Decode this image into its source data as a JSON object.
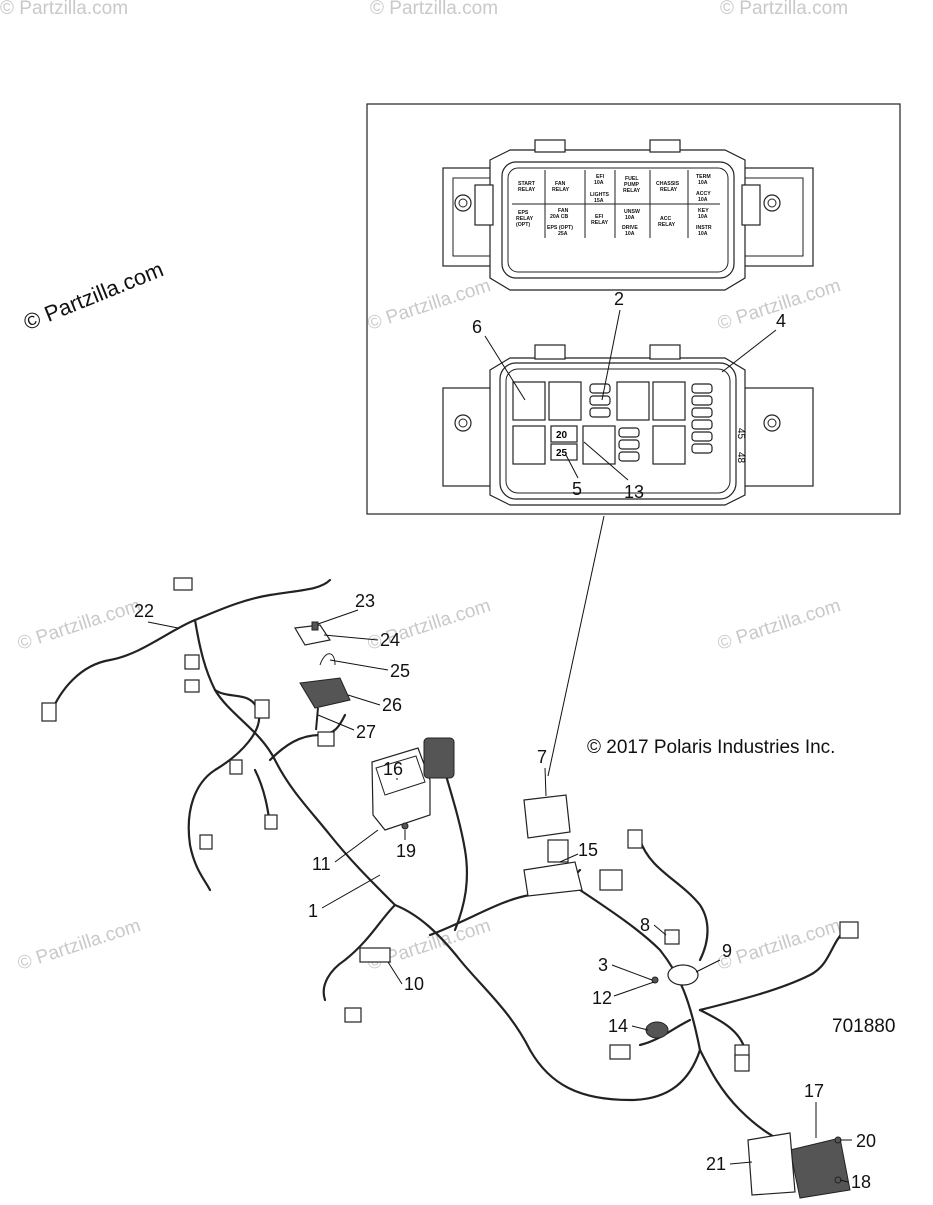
{
  "watermark": {
    "side_text": "© Partzilla.com",
    "repeat_text": "© Partzilla.com"
  },
  "copyright": "© 2017 Polaris Industries Inc.",
  "diagram_number": "701880",
  "fuse_box": {
    "cells": [
      {
        "id": "start_relay",
        "lines": [
          "START",
          "RELAY"
        ]
      },
      {
        "id": "fan_relay",
        "lines": [
          "FAN",
          "RELAY"
        ]
      },
      {
        "id": "efi_10a",
        "lines": [
          "EFI",
          "10A"
        ]
      },
      {
        "id": "lights_15a",
        "lines": [
          "LIGHTS",
          "15A"
        ]
      },
      {
        "id": "fuel_pump_relay",
        "lines": [
          "FUEL",
          "PUMP",
          "RELAY"
        ]
      },
      {
        "id": "chassis_relay",
        "lines": [
          "CHASSIS",
          "RELAY"
        ]
      },
      {
        "id": "term_10a",
        "lines": [
          "TERM",
          "10A"
        ]
      },
      {
        "id": "accy_10a",
        "lines": [
          "ACCY",
          "10A"
        ]
      },
      {
        "id": "eps_relay",
        "lines": [
          "EPS",
          "RELAY",
          "(OPT)"
        ]
      },
      {
        "id": "fan_20a_cb",
        "lines": [
          "FAN",
          "20A  CB"
        ]
      },
      {
        "id": "eps_opt_25a",
        "lines": [
          "EPS  (OPT)",
          "25A"
        ]
      },
      {
        "id": "efi_relay",
        "lines": [
          "EFI",
          "RELAY"
        ]
      },
      {
        "id": "unsw_10a",
        "lines": [
          "UNSW",
          "10A"
        ]
      },
      {
        "id": "drive_10a",
        "lines": [
          "DRIVE",
          "10A"
        ]
      },
      {
        "id": "acc_relay",
        "lines": [
          "ACC",
          "RELAY"
        ]
      },
      {
        "id": "key_10a",
        "lines": [
          "KEY",
          "10A"
        ]
      },
      {
        "id": "instr_10a",
        "lines": [
          "INSTR",
          "10A"
        ]
      }
    ],
    "side_marks": [
      "45",
      "48"
    ]
  },
  "callouts": [
    "1",
    "2",
    "3",
    "4",
    "5",
    "6",
    "7",
    "8",
    "9",
    "10",
    "11",
    "12",
    "13",
    "14",
    "15",
    "16",
    "17",
    "18",
    "19",
    "20",
    "21",
    "22",
    "23",
    "24",
    "25",
    "26",
    "27"
  ],
  "fuse_block_cell_labels": [
    "20",
    "25"
  ]
}
